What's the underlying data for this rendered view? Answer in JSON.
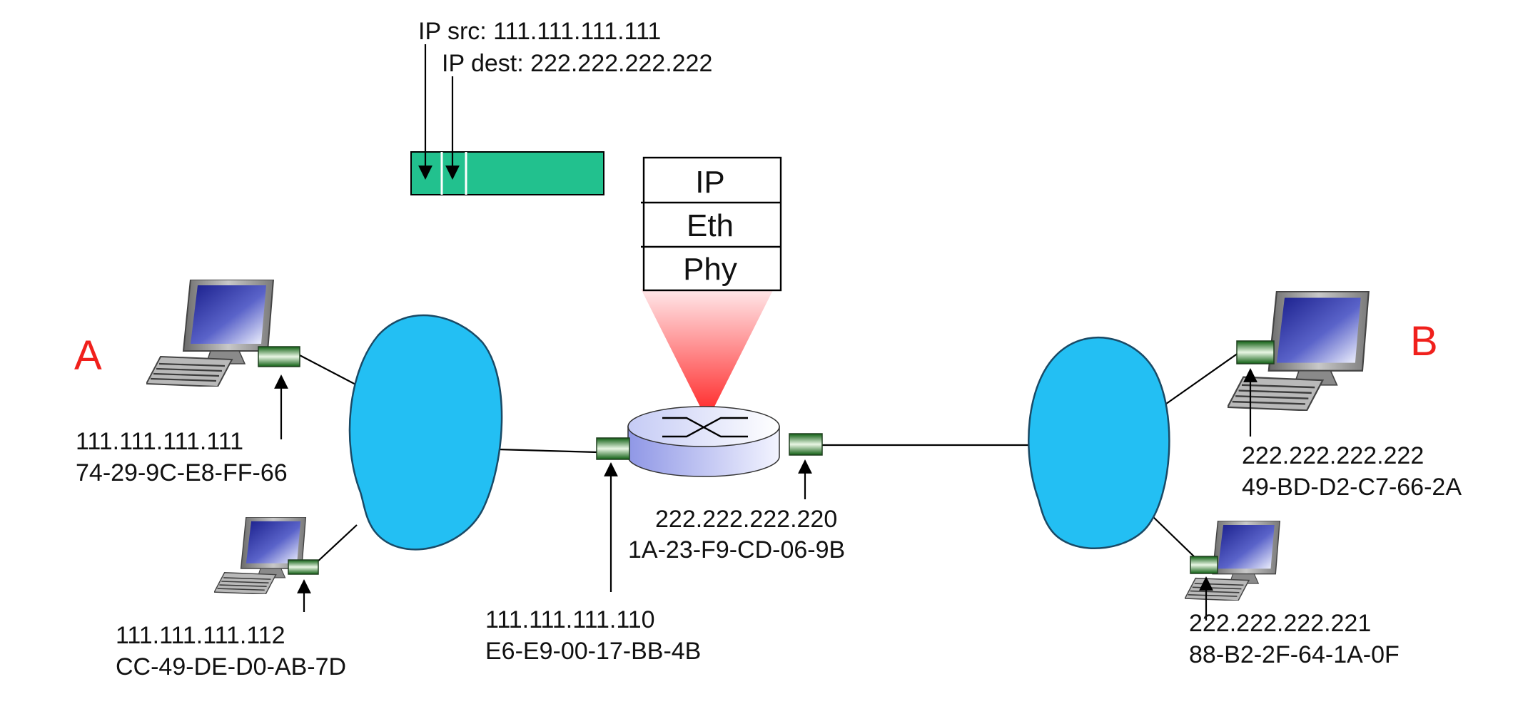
{
  "datagram": {
    "src_label": "IP src: 111.111.111.111",
    "dest_label": "IP dest: 222.222.222.222",
    "color": "#22c18e"
  },
  "router_stack": {
    "layers": [
      "IP",
      "Eth",
      "Phy"
    ],
    "beam_color": "#ff1f1f"
  },
  "hosts": {
    "a_name": "A",
    "b_name": "B",
    "name_color": "#f0201c"
  },
  "interfaces": {
    "a": {
      "ip": "111.111.111.111",
      "mac": "74-29-9C-E8-FF-66"
    },
    "a2": {
      "ip": "111.111.111.112",
      "mac": "CC-49-DE-D0-AB-7D"
    },
    "router_left": {
      "ip": "111.111.111.110",
      "mac": "E6-E9-00-17-BB-4B"
    },
    "router_right": {
      "ip": "222.222.222.220",
      "mac": "1A-23-F9-CD-06-9B"
    },
    "b": {
      "ip": "222.222.222.222",
      "mac": "49-BD-D2-C7-66-2A"
    },
    "b2": {
      "ip": "222.222.222.221",
      "mac": "88-B2-2F-64-1A-0F"
    }
  },
  "colors": {
    "subnet_cloud": "#23bff3",
    "adapter": "#2f8a2f",
    "router_body": "#a9b2ef"
  }
}
